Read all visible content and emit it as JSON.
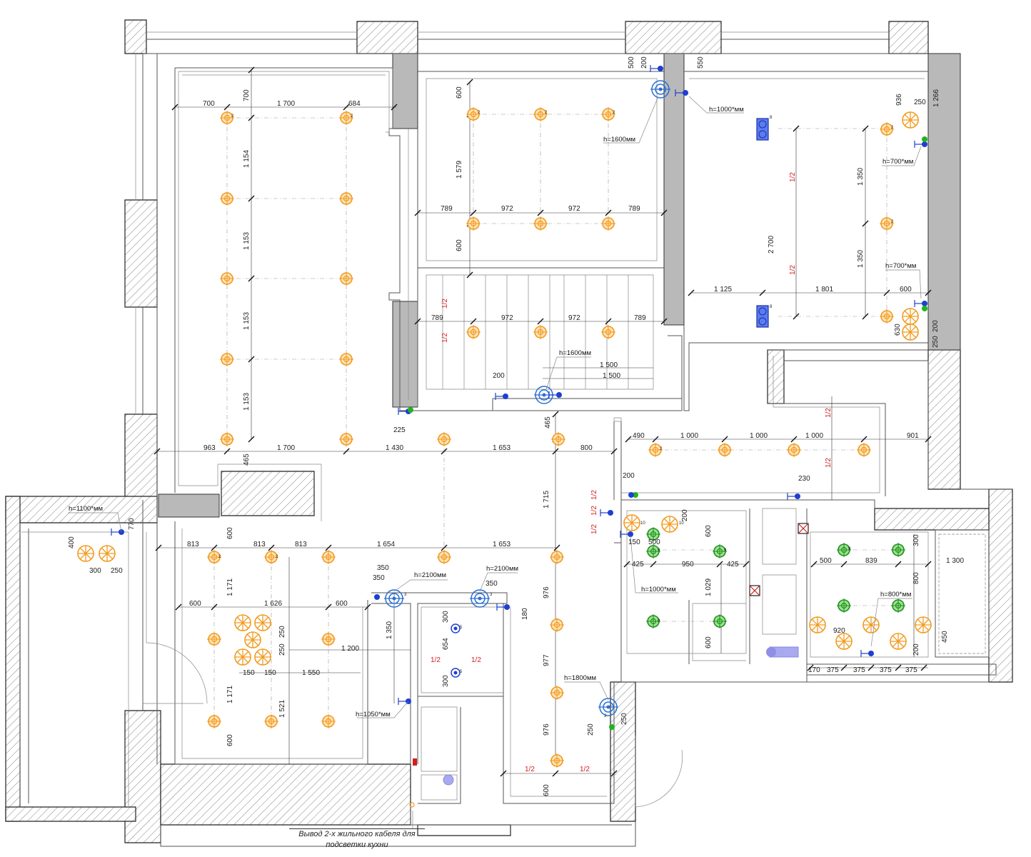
{
  "colors": {
    "spot": "#f29a1f",
    "sconce": "#1e4fd8",
    "switch": "#1e3fd0",
    "socket_green": "#22b41e",
    "pendant_green": "#2aa52a",
    "column": "#b9b9b9",
    "dim_red": "#d21f1f"
  },
  "icons": {
    "spotlight": "spotlight-icon",
    "pendant": "pendant-icon",
    "sconce": "wall-sconce-icon",
    "switch": "switch-icon",
    "square_lamp": "square-lamp-icon",
    "cross_box": "junction-box-icon"
  },
  "heights": {
    "h1000_top": "h=1000*мм",
    "h1600_top": "h=1600мм",
    "h700_a": "h=700*мм",
    "h700_b": "h=700*мм",
    "h1600_mid": "h=1600мм",
    "h1100": "h=1100*мм",
    "h2100_a": "h=2100мм",
    "h2100_b": "h=2100мм",
    "h1050": "h=1050*мм",
    "h1000_bath": "h=1000*мм",
    "h800": "h=800*мм",
    "h1800": "h=1800мм"
  },
  "note": {
    "line1": "Вывод 2-х жильного кабеля для",
    "line2": "подсветки кухни"
  },
  "dims": {
    "d500a": "500",
    "d200a": "200",
    "d550": "550",
    "d700a": "700",
    "d1700a": "1 700",
    "d684": "684",
    "d700v": "700",
    "d1154": "1 154",
    "d1153a": "1 153",
    "d1153b": "1 153",
    "d1153c": "1 153",
    "d963": "963",
    "d1700b": "1 700",
    "d1430": "1 430",
    "d1653a": "1 653",
    "d800a": "800",
    "d465a": "465",
    "d465b": "465",
    "d600a": "600",
    "d1579": "1 579",
    "d600b": "600",
    "d789a": "789",
    "d972a": "972",
    "d972b": "972",
    "d789b": "789",
    "d789c": "789",
    "d972c": "972",
    "d972d": "972",
    "d789d": "789",
    "d200b": "200",
    "d1500a": "1 500",
    "d1500b": "1 500",
    "half1": "1/2",
    "half2": "1/2",
    "d225": "225",
    "d936": "936",
    "d250a": "250",
    "d1266": "1 266",
    "d1350a": "1 350",
    "d1350b": "1 350",
    "d2700": "2 700",
    "half3": "1/2",
    "half4": "1/2",
    "d1125": "1 125",
    "d1801": "1 801",
    "d600c": "600",
    "d630": "630",
    "d200c": "200",
    "d250b": "250",
    "d490": "490",
    "d1000a": "1 000",
    "d1000b": "1 000",
    "d1000c": "1 000",
    "d901": "901",
    "half5": "1/2",
    "half6": "1/2",
    "d200d": "200",
    "d230": "230",
    "d1715": "1 715",
    "d600d": "600",
    "d813a": "813",
    "d813b": "813",
    "d813c": "813",
    "d1654": "1 654",
    "d1653b": "1 653",
    "d1171a": "1 171",
    "d600e": "600",
    "d1626": "1 626",
    "d600f": "600",
    "d250c": "250",
    "d250d": "250",
    "d150a": "150",
    "d150b": "150",
    "d1550": "1 550",
    "d1200": "1 200",
    "d1521": "1 521",
    "d1171b": "1 171",
    "d600g": "600",
    "d350a": "350",
    "d350b": "350",
    "d350c": "350",
    "d1350c": "1 350",
    "d300a": "300",
    "d654": "654",
    "d300b": "300",
    "half7": "1/2",
    "half8": "1/2",
    "d180": "180",
    "d976a": "976",
    "d977": "977",
    "d976b": "976",
    "d250e": "250",
    "d250f": "250",
    "half9": "1/2",
    "half10": "1/2",
    "d600h": "600",
    "d400": "400",
    "d770": "770",
    "d300c": "300",
    "d250g": "250",
    "half11": "1/2",
    "half12": "1/2",
    "half13": "1/2",
    "d150c": "150",
    "d500b": "500",
    "d200e": "200",
    "d600i": "600",
    "d425a": "425",
    "d950": "950",
    "d425b": "425",
    "d1029": "1 029",
    "d600j": "600",
    "d500c": "500",
    "d839": "839",
    "d300d": "300",
    "d1300": "1 300",
    "d800b": "800",
    "d920": "920",
    "d450": "450",
    "d200f": "200",
    "d170": "170",
    "d375a": "375",
    "d375b": "375",
    "d375c": "375",
    "d375d": "375"
  },
  "fixture_labels": {
    "two": "2",
    "nine": "9",
    "eight": "8",
    "ten": "10",
    "five": "5",
    "three": "3"
  }
}
